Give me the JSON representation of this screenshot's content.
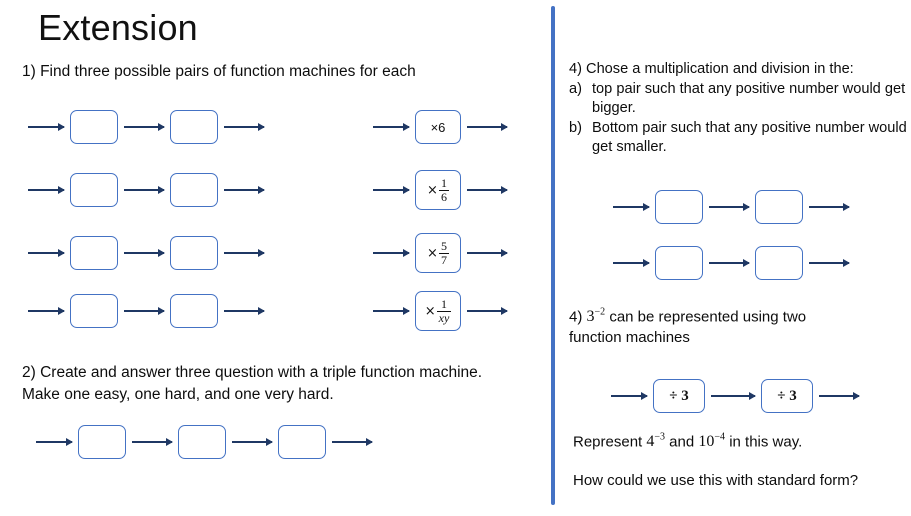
{
  "slide": {
    "title": "Extension",
    "divider_color": "#4472C4",
    "box_border_color": "#4472C4",
    "arrow_color": "#1F3864"
  },
  "left": {
    "q1_text": "1) Find three possible pairs of function machines for each",
    "q2_line1": "2) Create and answer three question with a triple function machine.",
    "q2_line2": "Make one easy, one hard, and one very hard.",
    "rows": [
      {
        "blank_boxes": 2,
        "operation": {
          "kind": "plain",
          "text": "×6"
        }
      },
      {
        "blank_boxes": 2,
        "operation": {
          "kind": "fraction",
          "mul": "×",
          "num": "1",
          "den": "6",
          "italic_den": false
        }
      },
      {
        "blank_boxes": 2,
        "operation": {
          "kind": "fraction",
          "mul": "×",
          "num": "5",
          "den": "7",
          "italic_den": false
        }
      },
      {
        "blank_boxes": 2,
        "operation": {
          "kind": "fraction",
          "mul": "×",
          "num": "1",
          "den": "xy",
          "italic_den": true
        }
      }
    ],
    "triple_machine": {
      "boxes": 3,
      "labels": [
        "",
        "",
        ""
      ]
    }
  },
  "right": {
    "q4_lead": "4) Chose a multiplication and division in the:",
    "q4_items": [
      {
        "marker": "a)",
        "text": "top pair such that any positive number would get bigger."
      },
      {
        "marker": "b)",
        "text": "Bottom pair such that any positive number would get smaller."
      }
    ],
    "pair_rows": [
      {
        "blank_boxes": 2
      },
      {
        "blank_boxes": 2
      }
    ],
    "q4b_line1_prefix": "4) ",
    "q4b_power_base": "3",
    "q4b_power_exp": "−2",
    "q4b_line1_suffix": " can be represented using two",
    "q4b_line2": "function machines",
    "div_row": {
      "labels": [
        "÷ 3",
        "÷ 3"
      ]
    },
    "represent_prefix": "Represent ",
    "represent_base1": "4",
    "represent_exp1": "−3",
    "represent_mid": "  and ",
    "represent_base2": "10",
    "represent_exp2": "−4",
    "represent_suffix": " in this way.",
    "standard_form_question": "How could we use this with standard form?"
  }
}
